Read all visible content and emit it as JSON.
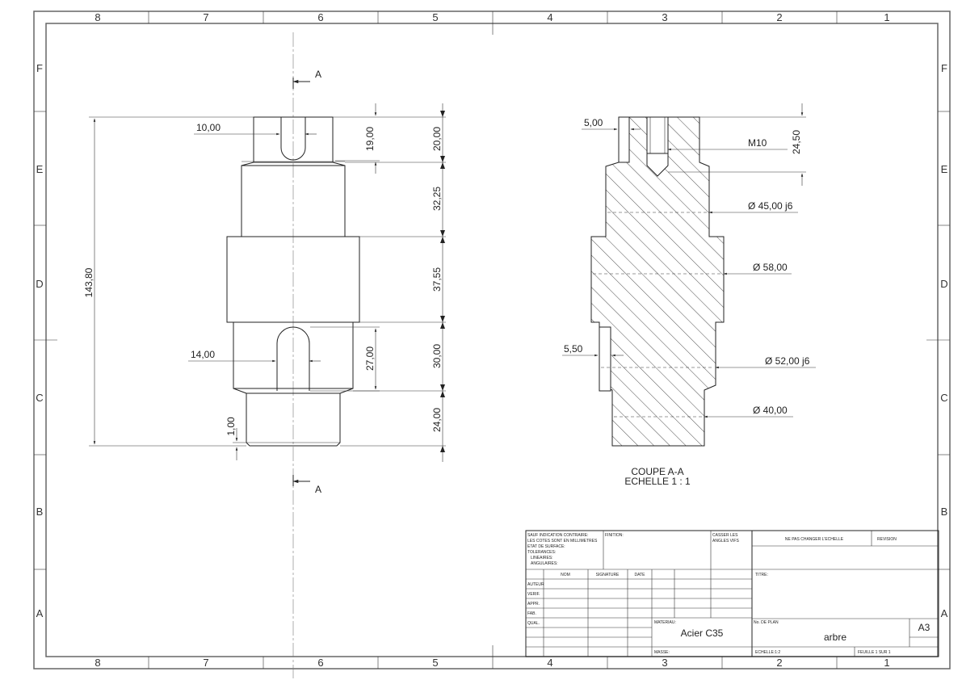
{
  "zones": {
    "columns": [
      "8",
      "7",
      "6",
      "5",
      "4",
      "3",
      "2",
      "1"
    ],
    "rows": [
      "F",
      "E",
      "D",
      "C",
      "B",
      "A"
    ]
  },
  "front_view": {
    "dimensions": {
      "d_1000": "10,00",
      "d_1900": "19,00",
      "d_2000": "20,00",
      "d_3225": "32,25",
      "d_3755": "37,55",
      "d_3000": "30,00",
      "d_2700": "27,00",
      "d_2400": "24,00",
      "d_14380": "143,80",
      "d_1400": "14,00",
      "d_100": "1,00"
    },
    "section_letter": "A"
  },
  "section_view": {
    "dimensions": {
      "d_500": "5,00",
      "d_m10": "M10",
      "d_2450": "24,50",
      "d_dia45": "Ø 45,00 j6",
      "d_dia58": "Ø 58,00",
      "d_550": "5,50",
      "d_dia52": "Ø 52,00 j6",
      "d_dia40": "Ø 40,00"
    },
    "caption_line1": "COUPE A-A",
    "caption_line2": "ECHELLE 1 : 1"
  },
  "title_block": {
    "notes": [
      "SAUF INDICATION CONTRAIRE:",
      "LES COTES SONT EN MILLIMETRES",
      "ETAT DE SURFACE:",
      "TOLERANCES:",
      "LINEAIRES:",
      "ANGULAIRES:"
    ],
    "finition": "FINITION:",
    "casser": [
      "CASSER LES",
      "ANGLES VIFS"
    ],
    "ne_pas_changer": "NE PAS CHANGER L'ECHELLE",
    "revision": "REVISION",
    "hdr_nom": "NOM",
    "hdr_signature": "SIGNATURE",
    "hdr_date": "DATE",
    "roles": [
      "AUTEUR",
      "VERIF.",
      "APPR.",
      "FAB.",
      "QUAL."
    ],
    "titre_label": "TITRE:",
    "materiau_label": "MATERIAU:",
    "materiau": "Acier C35",
    "no_plan_label": "No. DE PLAN",
    "no_plan": "arbre",
    "format": "A3",
    "masse_label": "MASSE:",
    "echelle": "ECHELLE:1:2",
    "feuille": "FEUILLE 1 SUR 1"
  }
}
